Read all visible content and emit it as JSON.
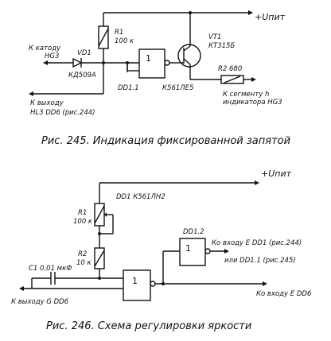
{
  "fig245": {
    "supply": "+Uпит",
    "r1_ref": "R1",
    "r1_val": "100 к",
    "vt1_ref": "VT1",
    "vt1_type": "КТ315Б",
    "to_cathode_1": "К катоду",
    "to_cathode_2": "HG3",
    "vd1_ref": "VD1",
    "vd1_type": "КД509А",
    "dd_ref": "DD1.1",
    "dd_type": "К561ЛЕ5",
    "gate_sym": "1",
    "r2": "R2 680",
    "to_segment_1": "К сегменту h",
    "to_segment_2": "индикатора HG3",
    "to_output_1": "К выходу",
    "to_output_2": "HL3   DD6 (рис.244)",
    "caption": "Рис. 245. Индикация фиксированной запятой"
  },
  "fig246": {
    "supply": "+Uпит",
    "dd1": "DD1    К561ЛН2",
    "r1_ref": "R1",
    "r1_val": "100 к",
    "r2_ref": "R2",
    "r2_val": "10 к",
    "c1": "C1 0,01 мкФ",
    "dd12_ref": "DD1.2",
    "gate_sym": "1",
    "to_input_1": "Ко входу E DD1 (рис.244)",
    "to_input_2": "или DD1.1 (рис.245)",
    "to_g": "К выходу G DD6",
    "to_input_e": "Ко входу E DD6",
    "caption": "Рис. 246. Схема регулировки яркости"
  }
}
